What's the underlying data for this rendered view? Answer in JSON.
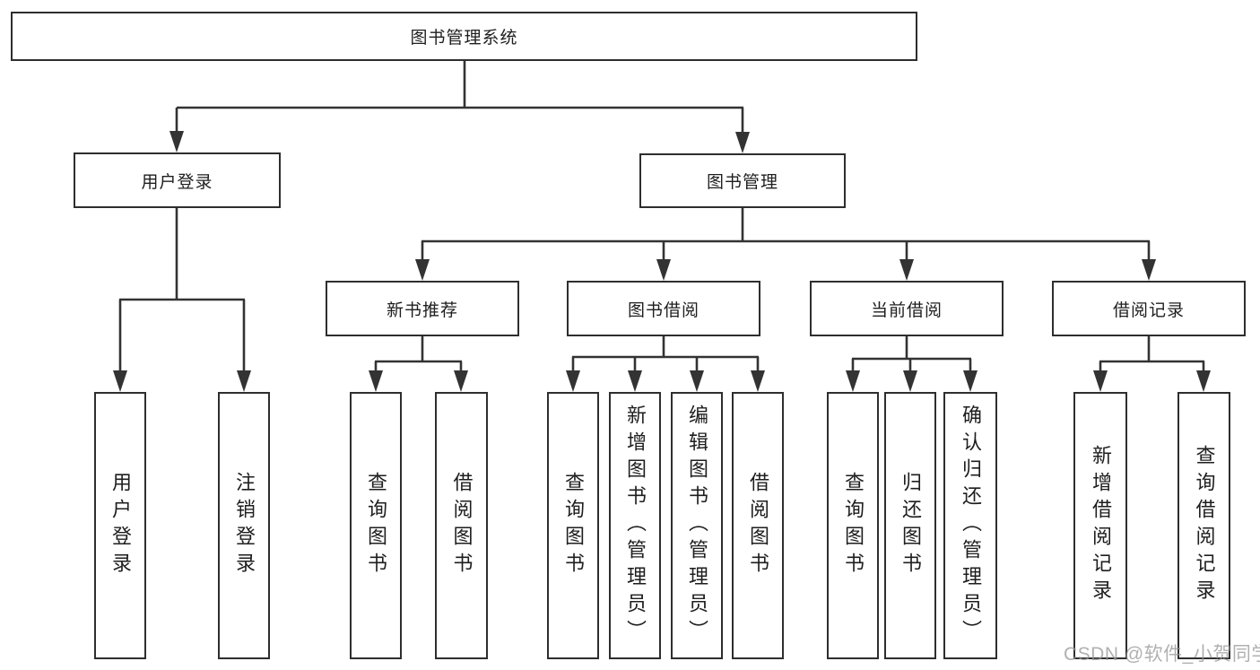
{
  "tree": {
    "root": "图书管理系统",
    "user": {
      "label": "用户登录",
      "children": [
        "用户登录",
        "注销登录"
      ]
    },
    "mgmt": {
      "label": "图书管理",
      "groups": [
        {
          "label": "新书推荐",
          "children": [
            "查询图书",
            "借阅图书"
          ]
        },
        {
          "label": "图书借阅",
          "children": [
            "查询图书",
            "新增图书（管理员）",
            "编辑图书（管理员）",
            "借阅图书"
          ]
        },
        {
          "label": "当前借阅",
          "children": [
            "查询图书",
            "归还图书",
            "确认归还（管理员）"
          ]
        },
        {
          "label": "借阅记录",
          "children": [
            "新增借阅记录",
            "查询借阅记录"
          ]
        }
      ]
    }
  },
  "watermark": "CSDN @软件_小贺同学",
  "colors": {
    "background": "#ffffff",
    "line": "#333333",
    "box_border": "#2e2e2e",
    "text": "#1e1e1e",
    "watermark": "#969696"
  }
}
